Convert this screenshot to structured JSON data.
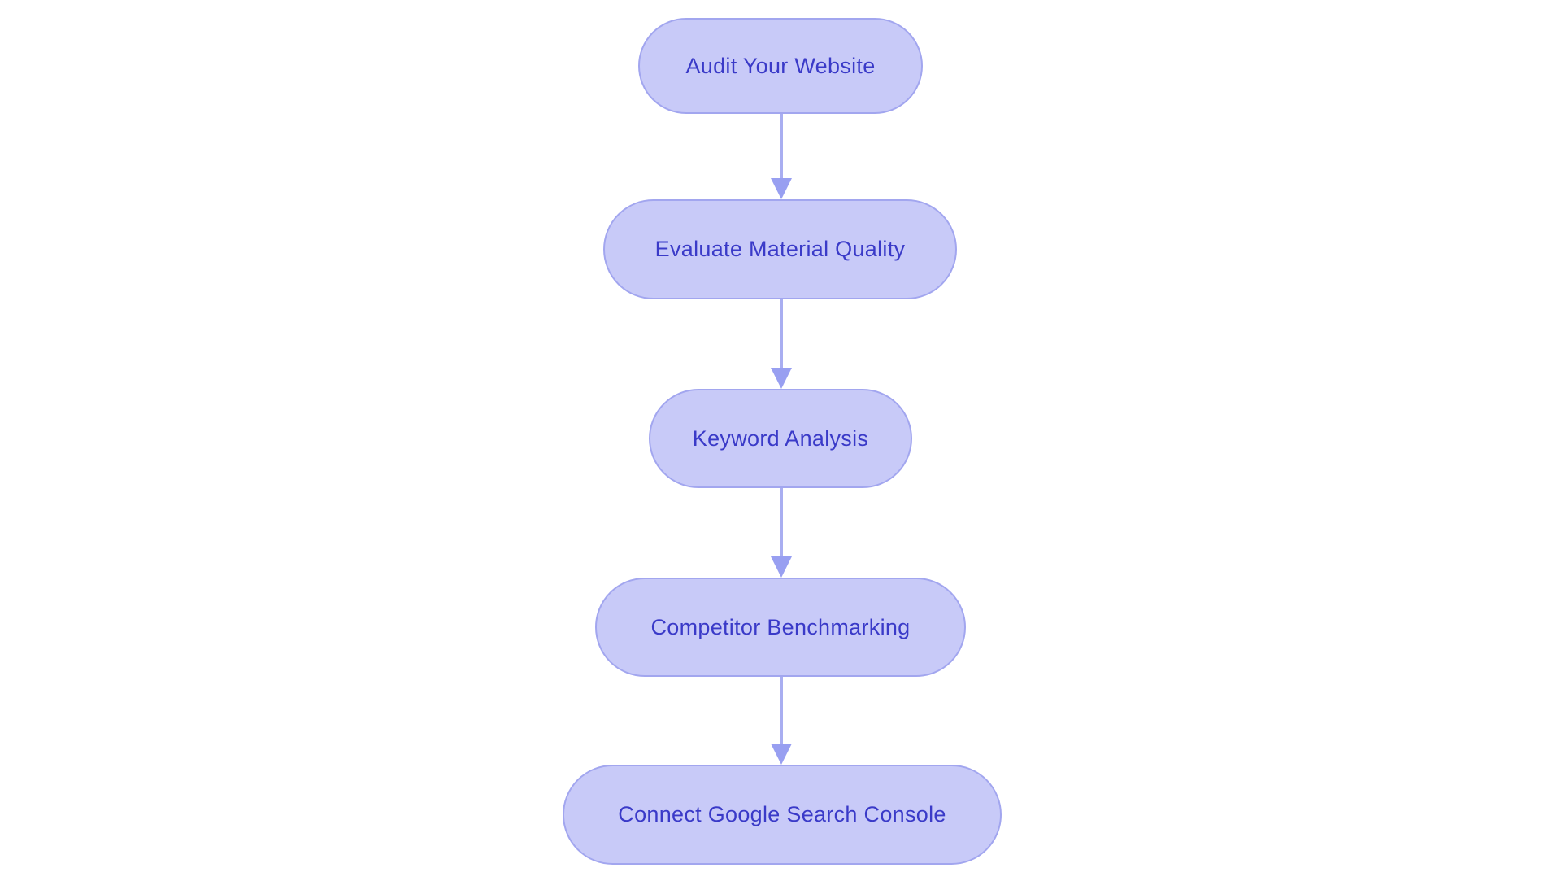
{
  "diagram": {
    "type": "flowchart",
    "direction": "top-down",
    "colors": {
      "page_bg": "#ffffff",
      "node_fill": "#c8caf8",
      "node_border": "#a2a6ef",
      "node_text": "#3a3ac8",
      "arrow_line": "#a9aef1",
      "arrow_head": "#989ff1"
    },
    "nodes": [
      {
        "id": "audit-your-website",
        "label": "Audit Your Website"
      },
      {
        "id": "evaluate-material-quality",
        "label": "Evaluate Material Quality"
      },
      {
        "id": "keyword-analysis",
        "label": "Keyword Analysis"
      },
      {
        "id": "competitor-benchmarking",
        "label": "Competitor Benchmarking"
      },
      {
        "id": "connect-google-search-console",
        "label": "Connect Google Search Console"
      }
    ],
    "edges": [
      {
        "from": "audit-your-website",
        "to": "evaluate-material-quality"
      },
      {
        "from": "evaluate-material-quality",
        "to": "keyword-analysis"
      },
      {
        "from": "keyword-analysis",
        "to": "competitor-benchmarking"
      },
      {
        "from": "competitor-benchmarking",
        "to": "connect-google-search-console"
      }
    ]
  }
}
